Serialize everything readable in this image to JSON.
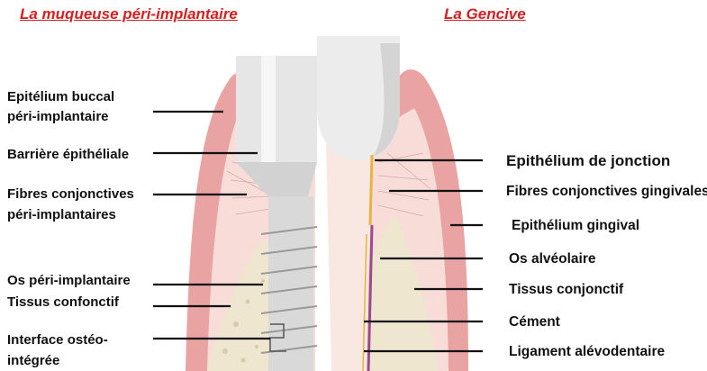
{
  "titles": {
    "left": "La muqueuse péri-implantaire",
    "right": "La Gencive"
  },
  "colors": {
    "title_red": "#d42020",
    "gingiva_pink": "#e8a3a2",
    "gingiva_inner": "#f7dcd8",
    "bone": "#efe6cf",
    "implant_gray": "#d9d9d9",
    "enamel": "#ececec",
    "cementum_purple": "#9b4a8b",
    "epithelium_yellow": "#e7b441"
  },
  "left_labels": {
    "epitelium_line1": "Epitélium buccal",
    "epitelium_line2": "péri-implantaire",
    "barriere": "Barrière épithéliale",
    "fibres_line1": "Fibres conjonctives",
    "fibres_line2": "péri-implantaires",
    "os": "Os péri-implantaire",
    "tissus": "Tissus confonctif",
    "interface_line1": "Interface ostéo-",
    "interface_line2": "intégrée"
  },
  "right_labels": {
    "epithelium_jonction": "Epithélium de jonction",
    "fibres_gingivales": "Fibres conjonctives gingivales",
    "epithelium_gingival": "Epithélium gingival",
    "os_alveolaire": "Os alvéolaire",
    "tissus_conjonctif": "Tissus conjonctif",
    "cement": "Cément",
    "ligament": "Ligament alévodentaire"
  }
}
